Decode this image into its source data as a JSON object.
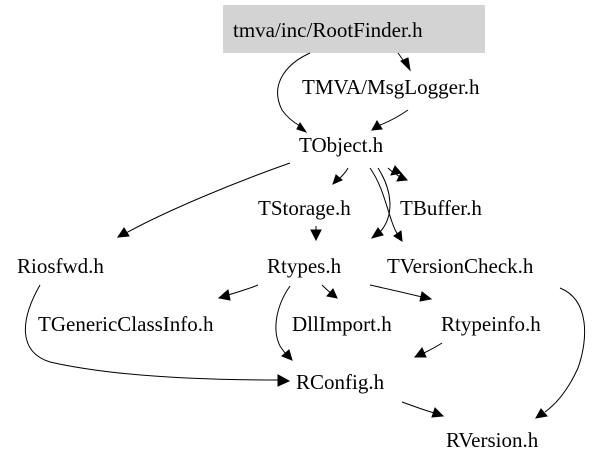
{
  "graph": {
    "root_fill": "#d3d3d3",
    "nodes": {
      "rootfinder": "tmva/inc/RootFinder.h",
      "msglogger": "TMVA/MsgLogger.h",
      "tobject": "TObject.h",
      "tstorage": "TStorage.h",
      "tbuffer": "TBuffer.h",
      "riosfwd": "Riosfwd.h",
      "rtypes": "Rtypes.h",
      "tversioncheck": "TVersionCheck.h",
      "tgenericclassinfo": "TGenericClassInfo.h",
      "dllimport": "DllImport.h",
      "rtypeinfo": "Rtypeinfo.h",
      "rconfig": "RConfig.h",
      "rversion": "RVersion.h"
    },
    "edges": [
      {
        "from": "tmva/inc/RootFinder.h",
        "to": "TMVA/MsgLogger.h"
      },
      {
        "from": "tmva/inc/RootFinder.h",
        "to": "TObject.h"
      },
      {
        "from": "TMVA/MsgLogger.h",
        "to": "TObject.h"
      },
      {
        "from": "TObject.h",
        "to": "TStorage.h"
      },
      {
        "from": "TObject.h",
        "to": "TBuffer.h"
      },
      {
        "from": "TObject.h",
        "to": "Riosfwd.h"
      },
      {
        "from": "TObject.h",
        "to": "TVersionCheck.h"
      },
      {
        "from": "TObject.h",
        "to": "Rtypes.h"
      },
      {
        "from": "TStorage.h",
        "to": "Rtypes.h"
      },
      {
        "from": "Riosfwd.h",
        "to": "RConfig.h"
      },
      {
        "from": "Rtypes.h",
        "to": "TGenericClassInfo.h"
      },
      {
        "from": "Rtypes.h",
        "to": "DllImport.h"
      },
      {
        "from": "Rtypes.h",
        "to": "Rtypeinfo.h"
      },
      {
        "from": "Rtypes.h",
        "to": "RConfig.h"
      },
      {
        "from": "Rtypeinfo.h",
        "to": "RConfig.h"
      },
      {
        "from": "RConfig.h",
        "to": "RVersion.h"
      },
      {
        "from": "TVersionCheck.h",
        "to": "RVersion.h"
      }
    ]
  }
}
